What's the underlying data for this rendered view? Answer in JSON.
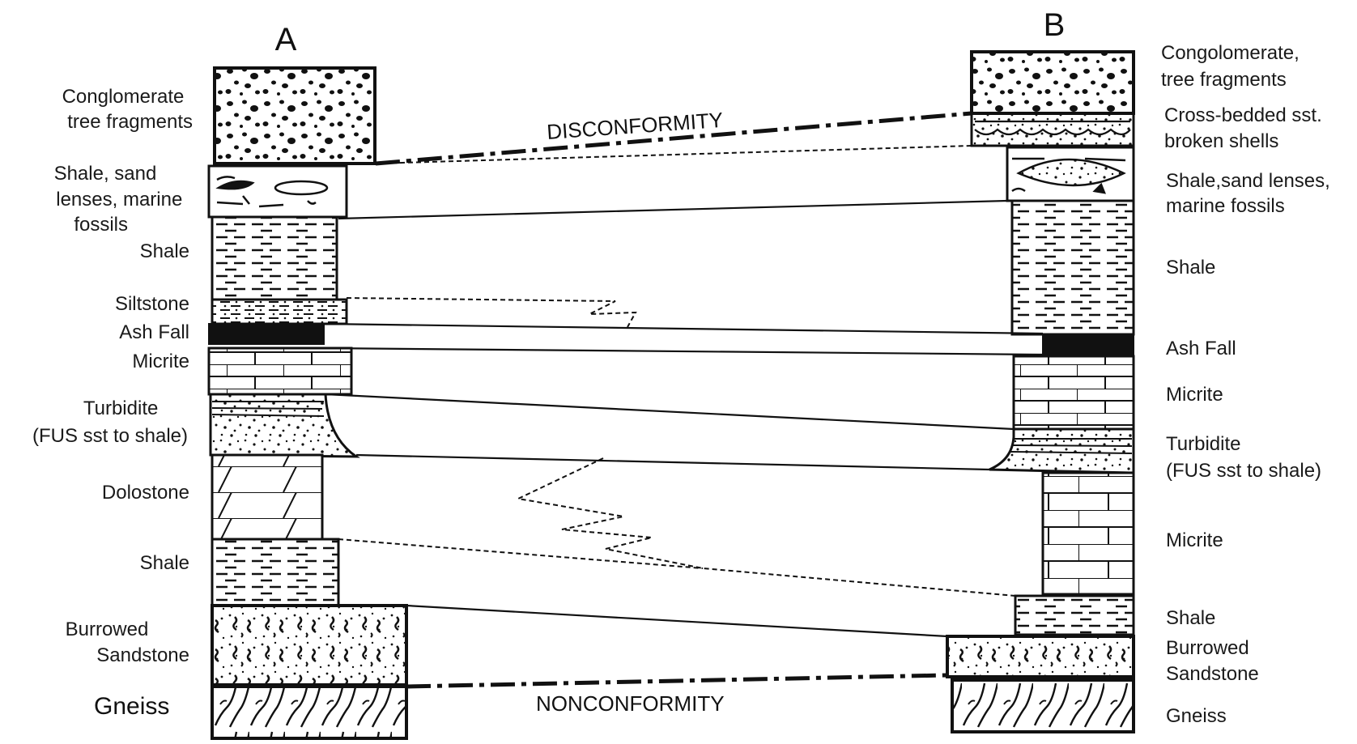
{
  "columns": {
    "a": {
      "title": "A"
    },
    "b": {
      "title": "B"
    }
  },
  "annotations": {
    "disconformity": "DISCONFORMITY",
    "nonconformity": "NONCONFORMITY"
  },
  "labels_a": {
    "conglomerate": [
      "Conglomerate",
      "tree fragments"
    ],
    "shale_sand": [
      "Shale, sand",
      "lenses, marine",
      "fossils"
    ],
    "shale_upper": [
      "Shale"
    ],
    "siltstone": [
      "Siltstone"
    ],
    "ash_fall": [
      "Ash Fall"
    ],
    "micrite": [
      "Micrite"
    ],
    "turbidite": [
      "Turbidite",
      "(FUS sst to shale)"
    ],
    "dolostone": [
      "Dolostone"
    ],
    "shale_lower": [
      "Shale"
    ],
    "burrowed_sandstone": [
      "Burrowed",
      "Sandstone"
    ],
    "gneiss": [
      "Gneiss"
    ]
  },
  "labels_b": {
    "conglomerate": [
      "Congolomerate,",
      "tree fragments"
    ],
    "cross_bedded": [
      "Cross-bedded sst.",
      "broken shells"
    ],
    "shale_sand": [
      "Shale,sand lenses,",
      "marine  fossils"
    ],
    "shale_upper": [
      "Shale"
    ],
    "ash_fall": [
      "Ash Fall"
    ],
    "micrite_upper": [
      "Micrite"
    ],
    "turbidite": [
      "Turbidite",
      "(FUS sst to shale)"
    ],
    "micrite_lower": [
      "Micrite"
    ],
    "shale_lower": [
      "Shale"
    ],
    "burrowed_sandstone": [
      "Burrowed",
      "Sandstone"
    ],
    "gneiss": [
      "Gneiss"
    ]
  }
}
